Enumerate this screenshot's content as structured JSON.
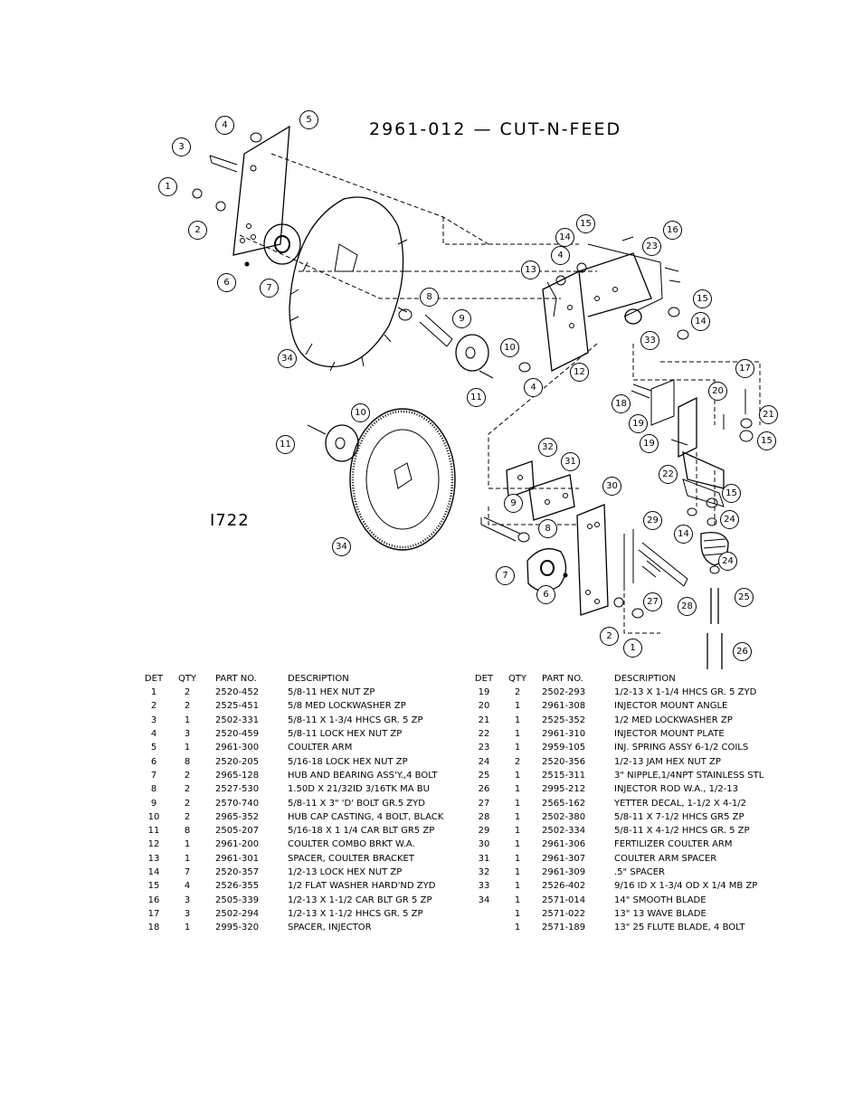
{
  "title": "2961-012 — CUT-N-FEED",
  "figure_number": "I722",
  "callouts": [
    "1",
    "2",
    "3",
    "4",
    "5",
    "6",
    "7",
    "8",
    "9",
    "10",
    "11",
    "12",
    "13",
    "14",
    "15",
    "16",
    "17",
    "18",
    "19",
    "20",
    "21",
    "22",
    "23",
    "24",
    "25",
    "26",
    "27",
    "28",
    "29",
    "30",
    "31",
    "32",
    "33",
    "34"
  ],
  "table_headers": {
    "det": "DET",
    "qty": "QTY",
    "part": "PART NO.",
    "desc": "DESCRIPTION"
  },
  "parts_left": [
    {
      "det": "1",
      "qty": "2",
      "part": "2520-452",
      "desc": "5/8-11 HEX NUT ZP"
    },
    {
      "det": "2",
      "qty": "2",
      "part": "2525-451",
      "desc": "5/8 MED LOCKWASHER ZP"
    },
    {
      "det": "3",
      "qty": "1",
      "part": "2502-331",
      "desc": "5/8-11 X 1-3/4 HHCS GR. 5 ZP"
    },
    {
      "det": "4",
      "qty": "3",
      "part": "2520-459",
      "desc": "5/8-11 LOCK HEX NUT  ZP"
    },
    {
      "det": "5",
      "qty": "1",
      "part": "2961-300",
      "desc": "COULTER ARM"
    },
    {
      "det": "6",
      "qty": "8",
      "part": "2520-205",
      "desc": "5/16-18 LOCK HEX NUT ZP"
    },
    {
      "det": "7",
      "qty": "2",
      "part": "2965-128",
      "desc": "HUB AND BEARING ASS'Y.,4 BOLT"
    },
    {
      "det": "8",
      "qty": "2",
      "part": "2527-530",
      "desc": "1.50D X 21/32ID 3/16TK MA BU"
    },
    {
      "det": "9",
      "qty": "2",
      "part": "2570-740",
      "desc": "5/8-11 X 3\" 'D' BOLT GR.5 ZYD"
    },
    {
      "det": "10",
      "qty": "2",
      "part": "2965-352",
      "desc": "HUB CAP CASTING, 4 BOLT, BLACK"
    },
    {
      "det": "11",
      "qty": "8",
      "part": "2505-207",
      "desc": "5/16-18 X 1 1/4 CAR BLT GR5 ZP"
    },
    {
      "det": "12",
      "qty": "1",
      "part": "2961-200",
      "desc": "COULTER COMBO BRKT W.A."
    },
    {
      "det": "13",
      "qty": "1",
      "part": "2961-301",
      "desc": "SPACER, COULTER BRACKET"
    },
    {
      "det": "14",
      "qty": "7",
      "part": "2520-357",
      "desc": "1/2-13 LOCK HEX NUT ZP"
    },
    {
      "det": "15",
      "qty": "4",
      "part": "2526-355",
      "desc": "1/2 FLAT WASHER HARD'ND ZYD"
    },
    {
      "det": "16",
      "qty": "3",
      "part": "2505-339",
      "desc": "1/2-13 X 1-1/2 CAR BLT GR 5 ZP"
    },
    {
      "det": "17",
      "qty": "3",
      "part": "2502-294",
      "desc": "1/2-13 X 1-1/2 HHCS GR. 5 ZP"
    },
    {
      "det": "18",
      "qty": "1",
      "part": "2995-320",
      "desc": "SPACER, INJECTOR"
    }
  ],
  "parts_right": [
    {
      "det": "19",
      "qty": "2",
      "part": "2502-293",
      "desc": "1/2-13 X 1-1/4 HHCS GR. 5 ZYD"
    },
    {
      "det": "20",
      "qty": "1",
      "part": "2961-308",
      "desc": "INJECTOR MOUNT ANGLE"
    },
    {
      "det": "21",
      "qty": "1",
      "part": "2525-352",
      "desc": "1/2 MED LOCKWASHER ZP"
    },
    {
      "det": "22",
      "qty": "1",
      "part": "2961-310",
      "desc": "INJECTOR MOUNT PLATE"
    },
    {
      "det": "23",
      "qty": "1",
      "part": "2959-105",
      "desc": "INJ. SPRING ASSY 6-1/2 COILS"
    },
    {
      "det": "24",
      "qty": "2",
      "part": "2520-356",
      "desc": "1/2-13 JAM HEX NUT ZP"
    },
    {
      "det": "25",
      "qty": "1",
      "part": "2515-311",
      "desc": "3\" NIPPLE,1/4NPT STAINLESS STL"
    },
    {
      "det": "26",
      "qty": "1",
      "part": "2995-212",
      "desc": "INJECTOR ROD W.A., 1/2-13"
    },
    {
      "det": "27",
      "qty": "1",
      "part": "2565-162",
      "desc": "YETTER DECAL, 1-1/2 X 4-1/2"
    },
    {
      "det": "28",
      "qty": "1",
      "part": "2502-380",
      "desc": "5/8-11 X 7-1/2 HHCS GR5 ZP"
    },
    {
      "det": "29",
      "qty": "1",
      "part": "2502-334",
      "desc": "5/8-11 X 4-1/2 HHCS GR. 5 ZP"
    },
    {
      "det": "30",
      "qty": "1",
      "part": "2961-306",
      "desc": "FERTILIZER COULTER ARM"
    },
    {
      "det": "31",
      "qty": "1",
      "part": "2961-307",
      "desc": "COULTER ARM SPACER"
    },
    {
      "det": "32",
      "qty": "1",
      "part": "2961-309",
      "desc": ".5\" SPACER"
    },
    {
      "det": "33",
      "qty": "1",
      "part": "2526-402",
      "desc": "9/16 ID X 1-3/4 OD X 1/4 MB ZP"
    },
    {
      "det": "34",
      "qty": "1",
      "part": "2571-014",
      "desc": "14\" SMOOTH BLADE"
    },
    {
      "det": "",
      "qty": "1",
      "part": "2571-022",
      "desc": "13\" 13 WAVE BLADE"
    },
    {
      "det": "",
      "qty": "1",
      "part": "2571-189",
      "desc": "13\" 25 FLUTE BLADE, 4 BOLT"
    }
  ]
}
